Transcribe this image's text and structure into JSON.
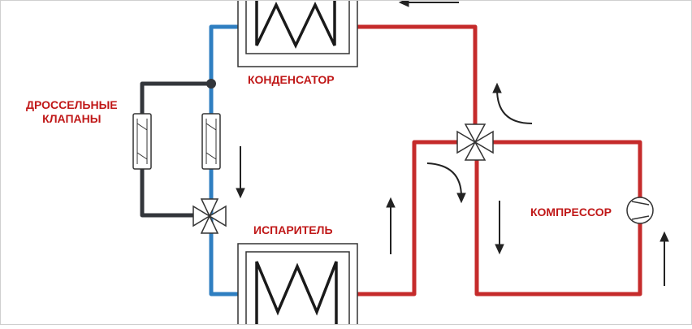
{
  "labels": {
    "condenser": "КОНДЕНСАТОР",
    "evaporator": "ИСПАРИТЕЛЬ",
    "compressor": "КОМПРЕССОР",
    "throttle_line1": "ДРОССЕЛЬНЫЕ",
    "throttle_line2": "КЛАПАНЫ"
  },
  "colors": {
    "hot_line": "#c52b2b",
    "cold_line": "#2f7fc1",
    "bypass_line": "#33363b",
    "label_text": "#c01818",
    "outline": "#333333"
  }
}
